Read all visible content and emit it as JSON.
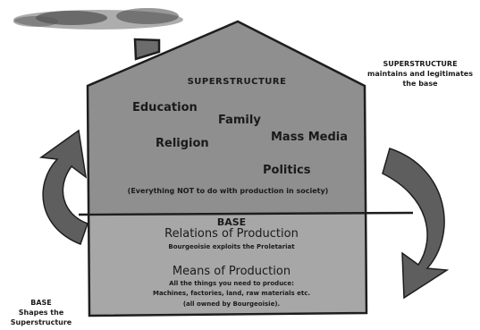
{
  "superstructure": {
    "title": "SUPERSTRUCTURE",
    "institutions": [
      "Education",
      "Family",
      "Religion",
      "Mass Media",
      "Politics"
    ],
    "note": "(Everything NOT to do with production in society)"
  },
  "base": {
    "title": "BASE",
    "relations_heading": "Relations of Production",
    "relations_note": "Bourgeoisie exploits the Proletariat",
    "means_heading": "Means of Production",
    "means_note_line1": "All the things you need to produce:",
    "means_note_line2": "Machines, factories, land, raw materials etc.",
    "means_note_line3": "(all owned by Bourgeoisie)."
  },
  "side_labels": {
    "right_line1": "SUPERSTRUCTURE",
    "right_line2": "maintains and legitimates",
    "right_line3": "the base",
    "left_line1": "BASE",
    "left_line2": "Shapes the",
    "left_line3": "Superstructure"
  },
  "colors": {
    "roof_fill": "#8f8f8f",
    "base_fill": "#a7a7a7",
    "outline": "#1e1e1e",
    "arrow_fill": "#5e5e5e"
  }
}
